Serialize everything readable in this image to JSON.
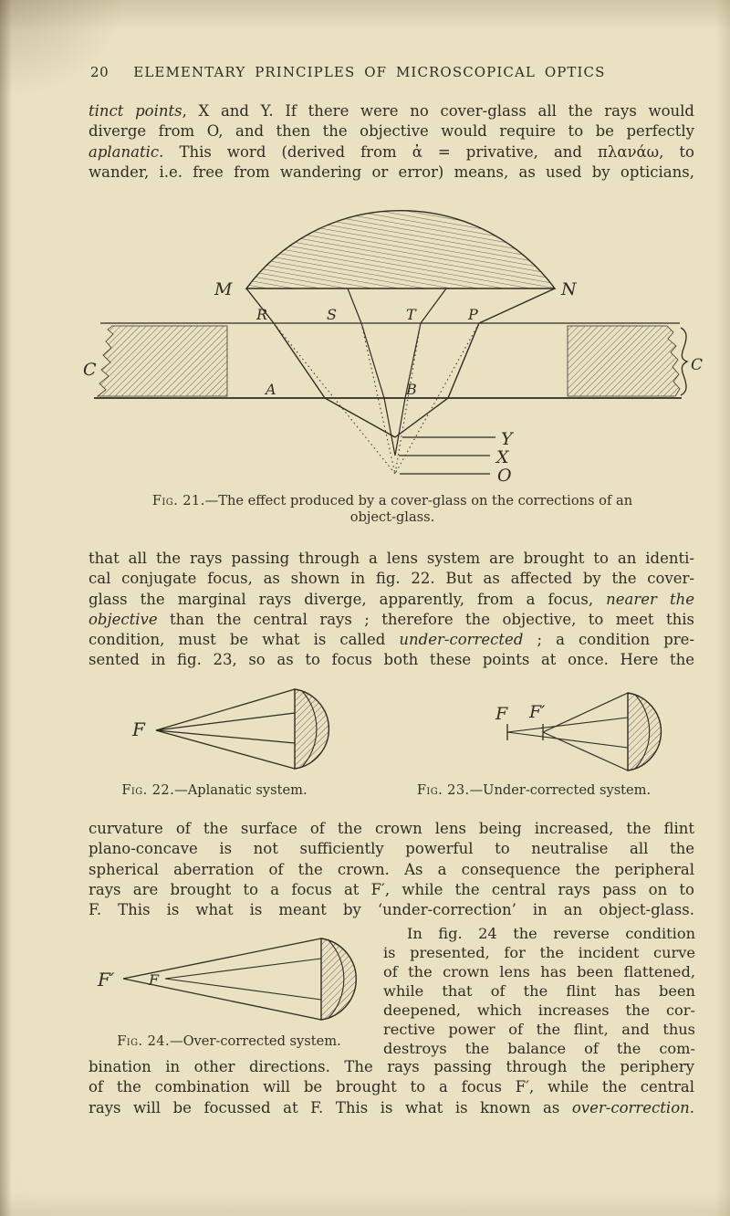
{
  "page": {
    "number": "20",
    "running_title": "ELEMENTARY PRINCIPLES OF MICROSCOPICAL OPTICS"
  },
  "paragraphs": {
    "p1": {
      "lines": [
        [
          {
            "t": "tinct points",
            "i": true
          },
          {
            "t": ", X and Y.  If there were no cover-glass all the rays would"
          }
        ],
        [
          {
            "t": "diverge from O, and then the objective would require to be perfectly"
          }
        ],
        [
          {
            "t": "aplanatic",
            "i": true
          },
          {
            "t": ".  This word (derived from ἀ = privative, and πλανάω, to"
          }
        ],
        [
          {
            "t": "wander, i.e. free from wandering or error) means, as used by opticians,"
          }
        ]
      ]
    },
    "p2": {
      "lines": [
        [
          {
            "t": "that all the rays passing through a lens system are brought to an identi-"
          }
        ],
        [
          {
            "t": "cal conjugate focus, as shown in fig. 22.  But as affected by the cover-"
          }
        ],
        [
          {
            "t": "glass the marginal rays diverge, apparently, from a focus, "
          },
          {
            "t": "nearer the",
            "i": true
          }
        ],
        [
          {
            "t": "objective",
            "i": true
          },
          {
            "t": " than the central rays ;  therefore the objective, to meet this"
          }
        ],
        [
          {
            "t": "condition, must be what is called "
          },
          {
            "t": "under-corrected",
            "i": true
          },
          {
            "t": " ;  a condition pre-"
          }
        ],
        [
          {
            "t": "sented in fig. 23, so as to focus both these points at once.  Here the"
          }
        ]
      ]
    },
    "p3": {
      "lines": [
        [
          {
            "t": "curvature of the surface of the crown lens being increased, the flint"
          }
        ],
        [
          {
            "t": "plano-concave is not sufficiently powerful to neutralise all the"
          }
        ],
        [
          {
            "t": "spherical aberration of the crown.  As a consequence the peripheral"
          }
        ],
        [
          {
            "t": "rays are brought to a focus at F′, while the central rays pass on to"
          }
        ],
        [
          {
            "t": "F.  This is what is meant by ‘under-correction’ in an object-glass."
          }
        ]
      ]
    },
    "wrap": {
      "lines": [
        [
          {
            "t": "In fig. 24 the reverse condition"
          }
        ],
        [
          {
            "t": "is presented, for the incident curve"
          }
        ],
        [
          {
            "t": "of the crown lens has been flattened,"
          }
        ],
        [
          {
            "t": "while that of the flint has been"
          }
        ],
        [
          {
            "t": "deepened, which increases the cor-"
          }
        ],
        [
          {
            "t": "rective power of the flint, and thus"
          }
        ],
        [
          {
            "t": "destroys the balance of the com-"
          }
        ]
      ]
    },
    "p4": {
      "lines": [
        [
          {
            "t": "bination in other directions.  The rays passing through the periphery"
          }
        ],
        [
          {
            "t": "of the combination will be brought to a focus F′, while the central"
          }
        ],
        [
          {
            "t": "rays will be focussed at F.  This is what is known as "
          },
          {
            "t": "over-correction",
            "i": true
          },
          {
            "t": "."
          }
        ]
      ]
    }
  },
  "figures": {
    "fig21": {
      "caption_label": "Fig. 21.",
      "caption_text": "—The effect produced by a cover-glass on the corrections of an",
      "caption_text2": "object-glass.",
      "labels": {
        "M": "M",
        "N": "N",
        "R": "R",
        "S": "S",
        "T": "T",
        "P": "P",
        "A": "A",
        "B": "B",
        "C_left": "C",
        "C_right": "C",
        "Y": "Y",
        "X": "X",
        "O": "O"
      }
    },
    "fig22": {
      "caption_label": "Fig. 22.",
      "caption_text": "—Aplanatic system.",
      "labels": {
        "F": "F"
      }
    },
    "fig23": {
      "caption_label": "Fig. 23.",
      "caption_text": "—Under-corrected system.",
      "labels": {
        "F": "F",
        "F_prime": "F′"
      }
    },
    "fig24": {
      "caption_label": "Fig. 24.",
      "caption_text": "—Over-corrected system.",
      "labels": {
        "F": "F",
        "F_prime": "F′"
      }
    }
  }
}
